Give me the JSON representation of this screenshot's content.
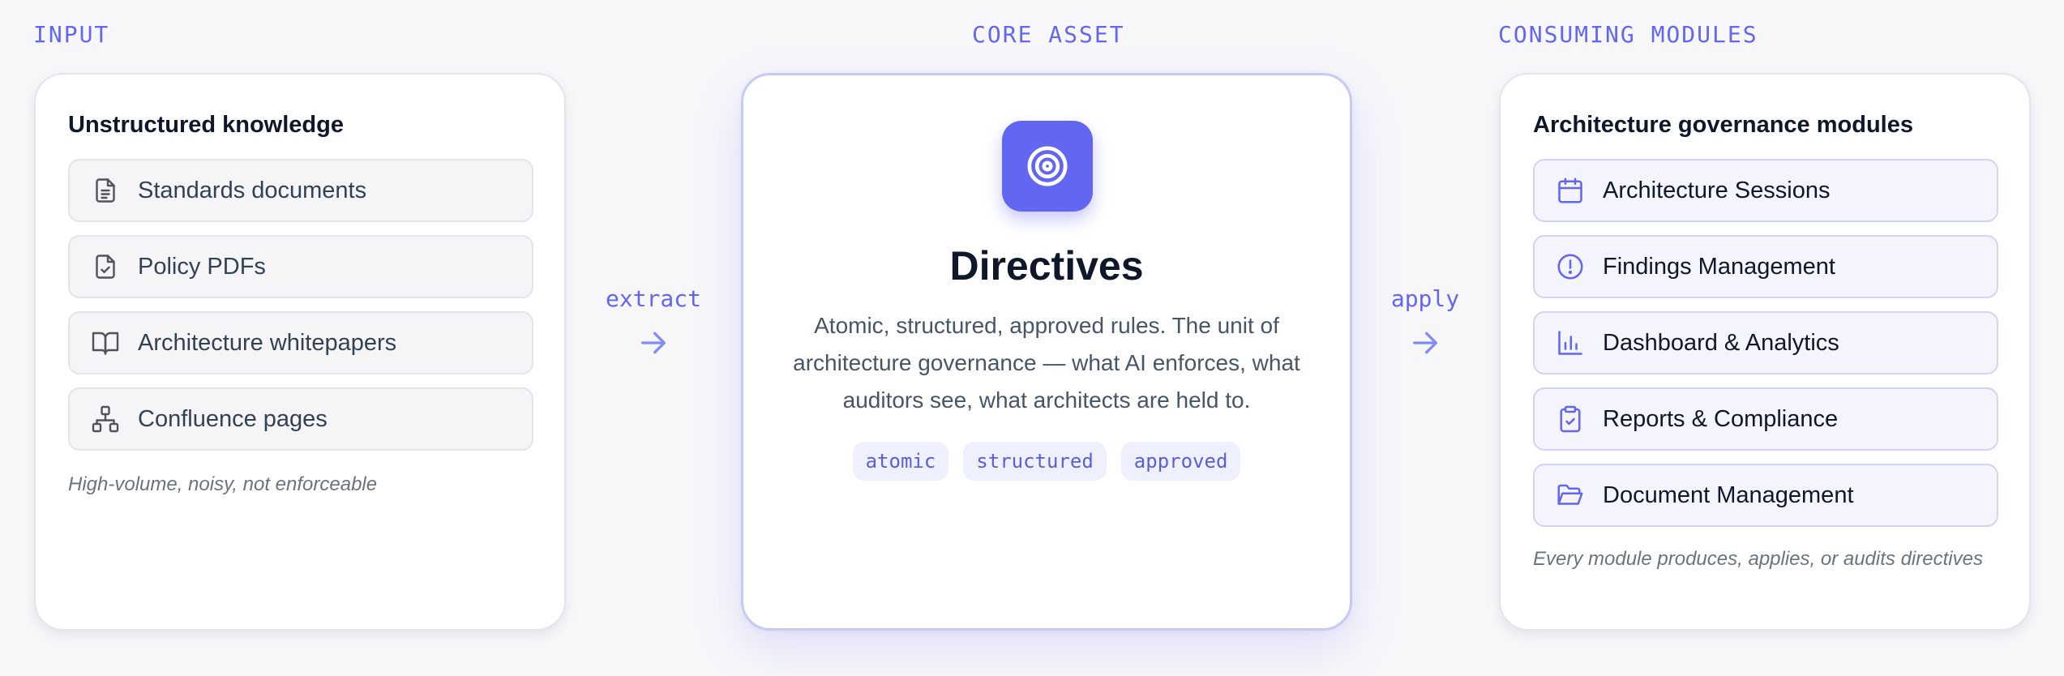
{
  "sections": {
    "input_label": "INPUT",
    "core_label": "CORE ASSET",
    "consuming_label": "CONSUMING MODULES"
  },
  "input_card": {
    "title": "Unstructured knowledge",
    "items": [
      {
        "label": "Standards documents",
        "icon": "document-icon"
      },
      {
        "label": "Policy PDFs",
        "icon": "file-check-icon"
      },
      {
        "label": "Architecture whitepapers",
        "icon": "open-book-icon"
      },
      {
        "label": "Confluence pages",
        "icon": "sitemap-icon"
      }
    ],
    "note": "High-volume, noisy, not enforceable"
  },
  "connectors": {
    "extract": "extract",
    "apply": "apply"
  },
  "core": {
    "icon": "target-icon",
    "title": "Directives",
    "description": "Atomic, structured, approved rules. The unit of architecture governance — what AI enforces, what auditors see, what architects are held to.",
    "tags": [
      "atomic",
      "structured",
      "approved"
    ]
  },
  "modules_card": {
    "title": "Architecture governance modules",
    "items": [
      {
        "label": "Architecture Sessions",
        "icon": "calendar-icon"
      },
      {
        "label": "Findings Management",
        "icon": "alert-circle-icon"
      },
      {
        "label": "Dashboard & Analytics",
        "icon": "bar-chart-icon"
      },
      {
        "label": "Reports & Compliance",
        "icon": "clipboard-check-icon"
      },
      {
        "label": "Document Management",
        "icon": "folder-open-icon"
      }
    ],
    "note": "Every module produces, applies, or audits directives"
  },
  "colors": {
    "accent": "#6366f1",
    "background": "#f7f7fa",
    "text": "#0f172a",
    "muted": "#475569"
  }
}
